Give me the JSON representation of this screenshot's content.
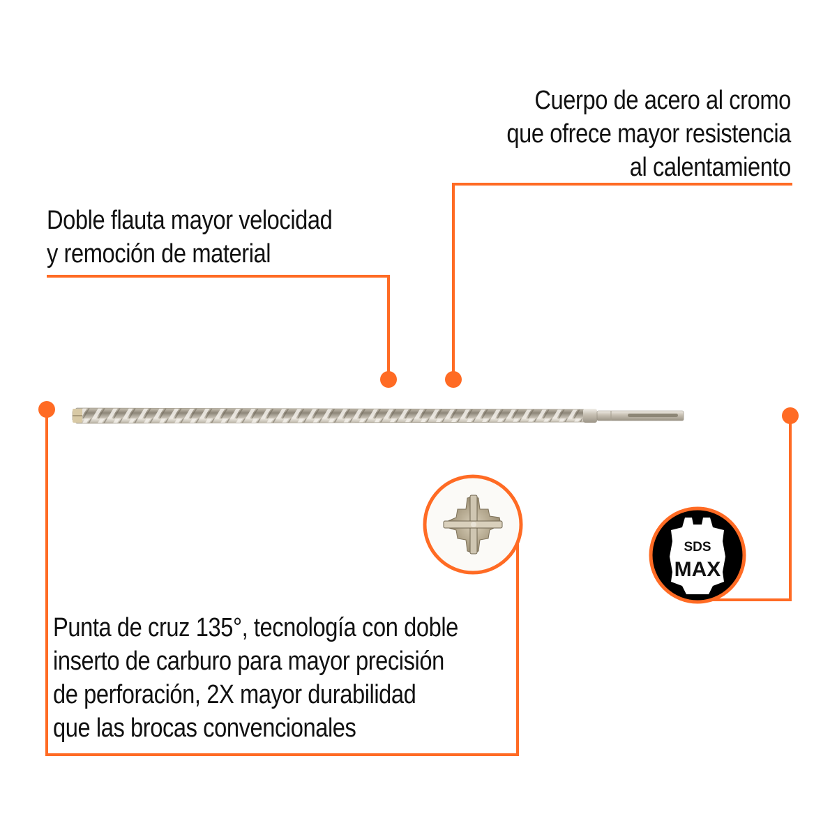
{
  "theme": {
    "accent": "#FF6B24",
    "text": "#111111",
    "background": "#FFFFFF"
  },
  "callouts": {
    "body": {
      "lines": [
        "Cuerpo de acero al cromo",
        "que ofrece mayor resistencia",
        "al calentamiento"
      ]
    },
    "flute": {
      "lines": [
        "Doble flauta mayor velocidad",
        "y remoción de material"
      ]
    },
    "tip": {
      "lines": [
        "Punta de cruz 135°, tecnología con doble",
        "inserto de carburo para mayor precisión",
        "de perforación, 2X mayor durabilidad",
        "que las brocas convencionales"
      ]
    }
  },
  "badge": {
    "top": "SDS",
    "bottom": "MAX"
  },
  "icons": {
    "product": "sds-max-drill-bit-image",
    "tip_detail": "cross-tip-carbide-icon",
    "shank_badge": "sds-max-shank-badge-icon"
  }
}
